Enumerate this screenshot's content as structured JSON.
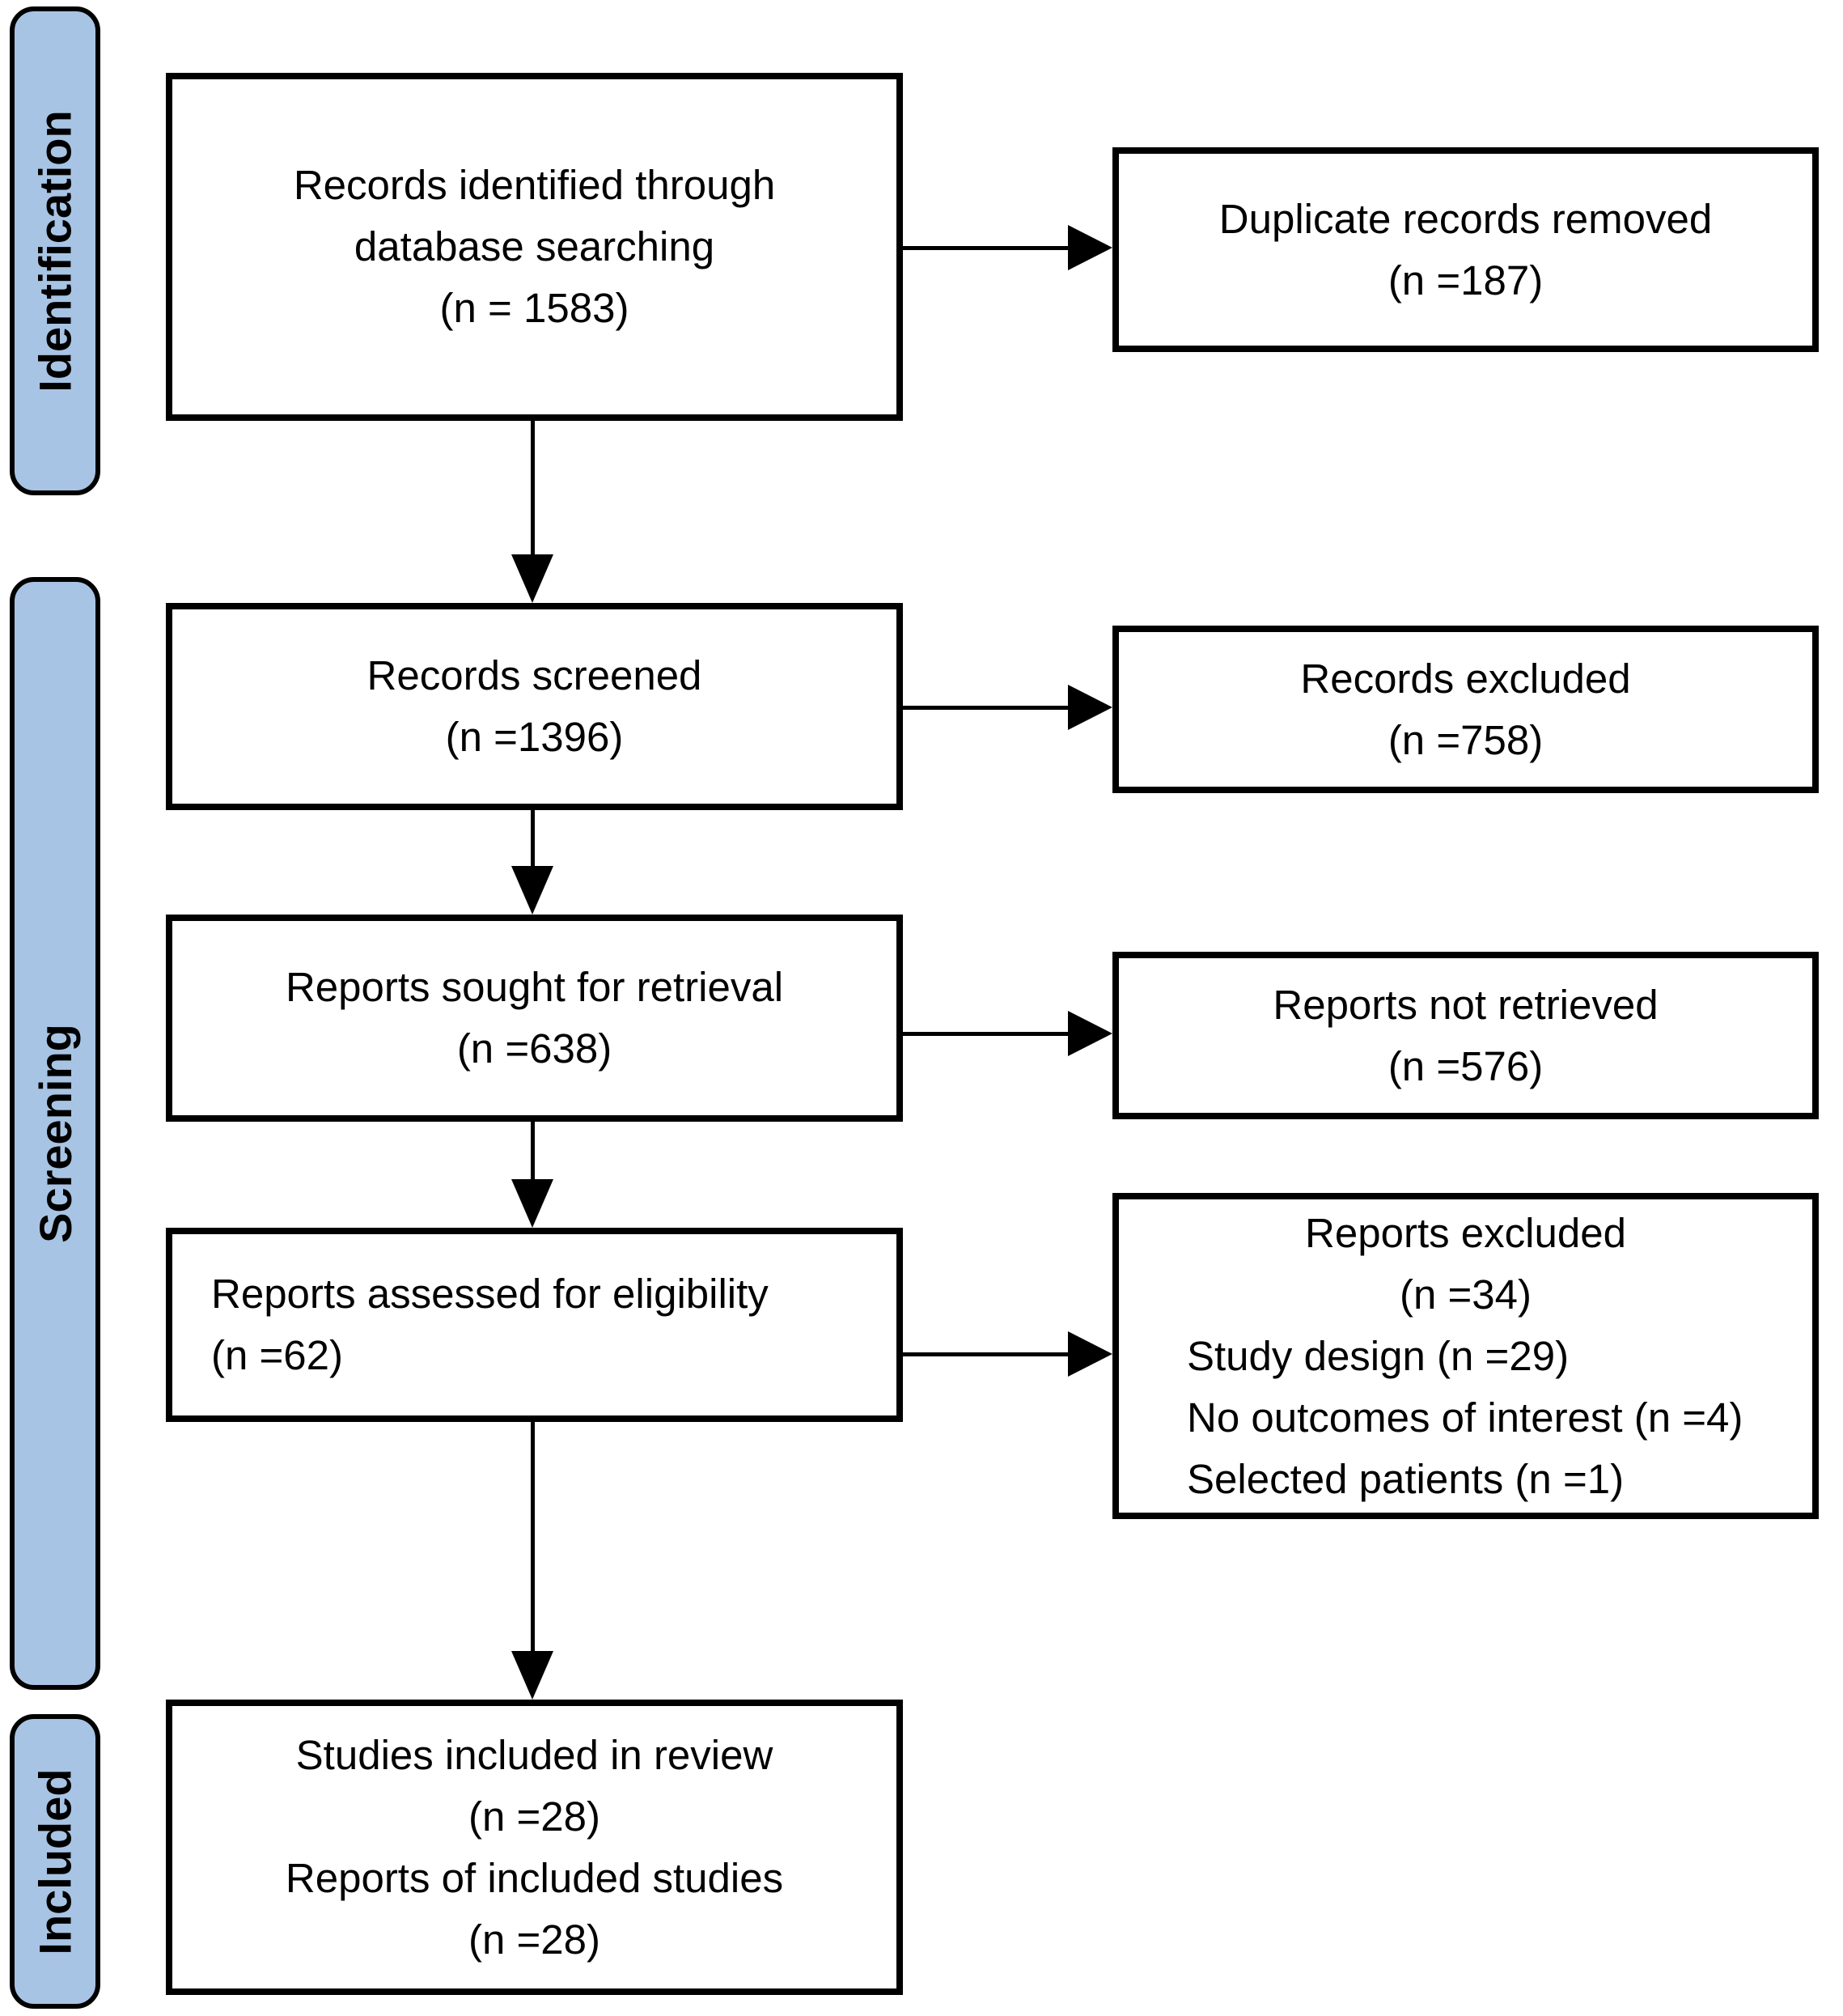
{
  "diagram_type": "prisma-flow",
  "colors": {
    "stage_fill": "#a8c4e4",
    "border": "#000000",
    "box_fill": "#ffffff",
    "text": "#000000"
  },
  "stages": [
    {
      "key": "identification",
      "label": "Identification"
    },
    {
      "key": "screening",
      "label": "Screening"
    },
    {
      "key": "included",
      "label": "Included"
    }
  ],
  "boxes": {
    "records_identified": {
      "lines": [
        "Records identified through",
        "database searching",
        "(n = 1583)"
      ]
    },
    "duplicate_removed": {
      "lines": [
        "Duplicate records removed",
        "(n =187)"
      ]
    },
    "records_screened": {
      "lines": [
        "Records screened",
        "(n =1396)"
      ]
    },
    "records_excluded": {
      "lines": [
        "Records excluded",
        "(n =758)"
      ]
    },
    "reports_sought": {
      "lines": [
        "Reports sought for retrieval",
        "(n =638)"
      ]
    },
    "reports_not_retrieved": {
      "lines": [
        "Reports not retrieved",
        "(n =576)"
      ]
    },
    "reports_assessed": {
      "lines": [
        "Reports assessed for eligibility",
        "(n =62)"
      ]
    },
    "reports_excluded": {
      "header_lines": [
        "Reports excluded",
        "(n =34)"
      ],
      "reasons": [
        "Study design (n =29)",
        "No outcomes of interest (n =4)",
        "Selected patients (n =1)"
      ]
    },
    "studies_included": {
      "lines": [
        "Studies included in review",
        "(n =28)",
        "Reports of included studies",
        "(n =28)"
      ]
    }
  }
}
